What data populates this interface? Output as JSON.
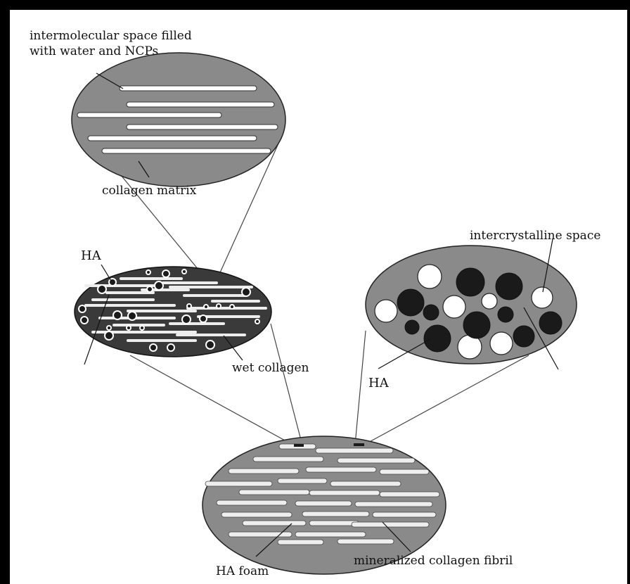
{
  "labels": {
    "intermolecular_line1": "intermolecular space filled",
    "intermolecular_line2": "with water and NCPs",
    "collagen_matrix": "collagen matrix",
    "ha_left": "HA",
    "wet_collagen": "wet collagen",
    "intercrystalline_space": "intercrystalline space",
    "ha_right": "HA",
    "ha_foam": "HA foam",
    "mineralized_collagen_fibril": "mineralized collagen fibril"
  },
  "colors": {
    "ellipse_gray": "#8a8a8a",
    "ellipse_dark": "#3a3a3a",
    "crystal_black": "#1a1a1a",
    "void_white": "#ffffff"
  }
}
